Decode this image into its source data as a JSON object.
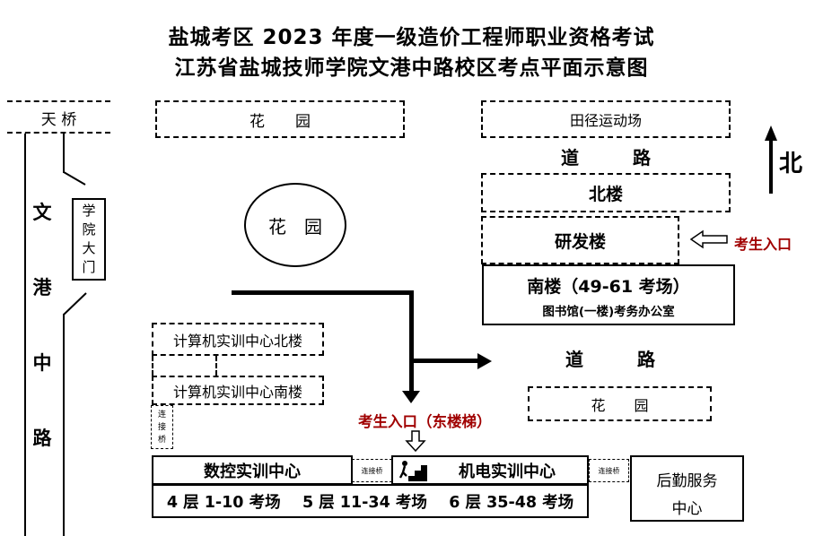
{
  "title": {
    "line1": "盐城考区 2023 年度一级造价工程师职业资格考试",
    "line2": "江苏省盐城技师学院文港中路校区考点平面示意图"
  },
  "colors": {
    "ink": "#000000",
    "accent_red": "#A00000",
    "background": "#FFFFFF"
  },
  "compass": {
    "north_label": "北"
  },
  "left_strip": {
    "overpass": "天 桥",
    "road_chars": [
      "文",
      "港",
      "中",
      "路"
    ],
    "gate_chars": [
      "学",
      "院",
      "大",
      "门"
    ]
  },
  "top": {
    "garden": "花　　园",
    "track_field": "田径运动场"
  },
  "right_block": {
    "road_upper": "道　　　路",
    "north_building": "北楼",
    "rd_building": "研发楼",
    "entrance_east": "考生入口",
    "south_building_title": "南楼（49-61 考场）",
    "south_building_sub": "图书馆(一楼)考务办公室",
    "road_lower": "道　　　路",
    "garden_lower": "花　　园"
  },
  "center": {
    "garden_circle": "花　园"
  },
  "west_block": {
    "computer_north": "计算机实训中心北楼",
    "computer_south": "计算机实训中心南楼",
    "bridge_chars": [
      "连",
      "接",
      "桥"
    ]
  },
  "entrance_south": {
    "label": "考生入口（东楼梯）"
  },
  "bottom": {
    "cnc": "数控实训中心",
    "bridge1": "连接桥",
    "mech": "机电实训中心",
    "bridge2": "连接桥",
    "logistics_line1": "后勤服务",
    "logistics_line2": "中心",
    "floors": "4 层 1-10 考场    5 层 11-34 考场    6 层 35-48 考场"
  }
}
